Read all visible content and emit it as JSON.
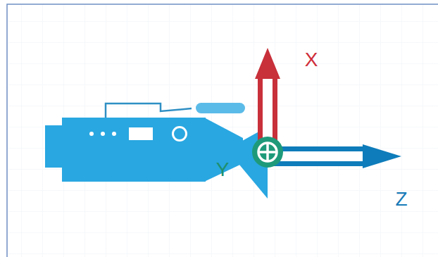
{
  "diagram": {
    "labels": [
      "X",
      "Y",
      "Z"
    ]
  }
}
